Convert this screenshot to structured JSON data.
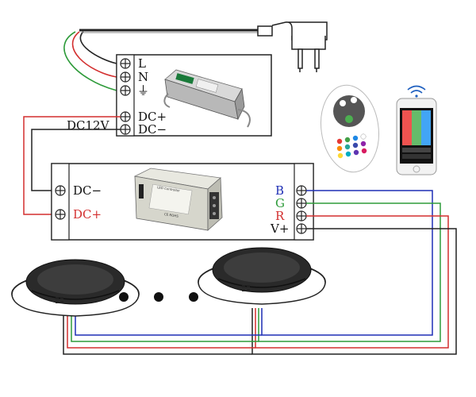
{
  "supply_box": {
    "terminals": [
      "L",
      "N",
      "⏚"
    ],
    "dc_outputs": [
      "DC+",
      "DC−"
    ],
    "voltage_label": "DC12V"
  },
  "controller_box": {
    "left_terminals": [
      "DC−",
      "DC+"
    ],
    "right_terminals": [
      "B",
      "G",
      "R",
      "V+"
    ],
    "module_title": "LED Controller",
    "module_mark": "CE ROHS"
  },
  "wire_colors": {
    "red": "#d32f2f",
    "green": "#2e9b3a",
    "blue": "#1e2fb5",
    "black": "#222222",
    "gray": "#777777"
  },
  "label_colors": {
    "B": "#1e2fb5",
    "G": "#2e9b3a",
    "R": "#d32f2f",
    "V+": "#111111",
    "DC+": "#d32f2f",
    "DC-": "#111111"
  },
  "icons": [
    "plug-icon",
    "power-supply-icon",
    "led-controller-icon",
    "remote-control-icon",
    "smartphone-icon",
    "wifi-icon",
    "pool-light-icon",
    "terminal-screw-icon"
  ]
}
